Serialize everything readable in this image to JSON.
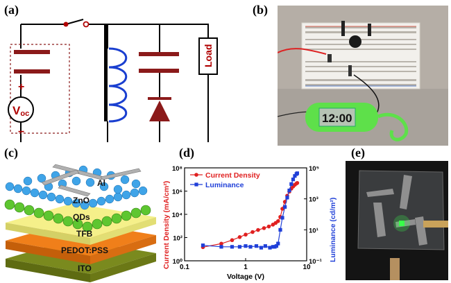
{
  "panels": {
    "a": {
      "label": "(a)",
      "voc_label": "V",
      "voc_sub": "oc",
      "plus": "+",
      "minus": "−",
      "load_label": "Load"
    },
    "b": {
      "label": "(b)",
      "clock_display": "12:00"
    },
    "c": {
      "label": "(c)",
      "layers": [
        "Al",
        "ZnO",
        "QDs",
        "TFB",
        "PEDOT:PSS",
        "ITO"
      ]
    },
    "d": {
      "label": "(d)"
    },
    "e": {
      "label": "(e)"
    }
  },
  "colors": {
    "circuit_red": "#b00000",
    "inductor_blue": "#1a3fd0",
    "capacitor_red": "#8b1a1a",
    "series_current": "#e02020",
    "series_luminance": "#1f3fd8",
    "ylabel_red": "#e02020",
    "ylabel_blue": "#1f3fd8",
    "layer_ito": "#7a8a1e",
    "layer_pedot": "#f07f1a",
    "layer_tfb": "#f5f08a",
    "layer_qds": "#5ec630",
    "layer_zno": "#3fa4e8",
    "green_emission": "#38ff4a"
  },
  "chart_data": {
    "type": "line",
    "xlabel": "Voltage (V)",
    "ylabel_left": "Current Density (mA/cm²)",
    "ylabel_right": "Luminance (cd/m²)",
    "x_scale": "log",
    "y_scale_left": "log",
    "y_scale_right": "log",
    "xlim": [
      0.1,
      10
    ],
    "ylim_left": [
      1,
      100000000
    ],
    "ylim_right": [
      0.1,
      100000
    ],
    "x_ticks": [
      "0.1",
      "1",
      "10"
    ],
    "y_ticks_left": [
      "10⁰",
      "10²",
      "10⁴",
      "10⁶",
      "10⁸"
    ],
    "y_ticks_right": [
      "10⁻¹",
      "10¹",
      "10³",
      "10⁵"
    ],
    "legend_placement": "top-left",
    "series": [
      {
        "name": "Current Density",
        "axis": "left",
        "marker": "circle",
        "x": [
          0.2,
          0.4,
          0.6,
          0.8,
          1.0,
          1.3,
          1.6,
          2.0,
          2.4,
          2.8,
          3.1,
          3.4,
          3.7,
          4.0,
          4.4,
          4.8,
          5.2,
          5.6,
          6.0,
          6.4,
          6.8,
          7.0
        ],
        "y": [
          15,
          30,
          60,
          110,
          180,
          300,
          450,
          650,
          900,
          1300,
          1800,
          2600,
          6000,
          30000,
          120000,
          400000,
          900000,
          1600000,
          2500000,
          3500000,
          4500000,
          5000000
        ]
      },
      {
        "name": "Luminance",
        "axis": "right",
        "marker": "square",
        "x": [
          0.2,
          0.4,
          0.6,
          0.8,
          1.0,
          1.2,
          1.5,
          1.8,
          2.1,
          2.5,
          2.8,
          3.0,
          3.2,
          3.4,
          3.7,
          4.0,
          4.4,
          4.8,
          5.2,
          5.6,
          6.0,
          6.4,
          6.8,
          7.0
        ],
        "y": [
          1.0,
          0.8,
          0.8,
          0.8,
          0.9,
          0.8,
          0.9,
          0.7,
          0.9,
          0.7,
          0.8,
          0.8,
          0.9,
          1.3,
          10,
          60,
          300,
          1200,
          3500,
          9000,
          18000,
          30000,
          40000,
          45000
        ]
      }
    ]
  }
}
